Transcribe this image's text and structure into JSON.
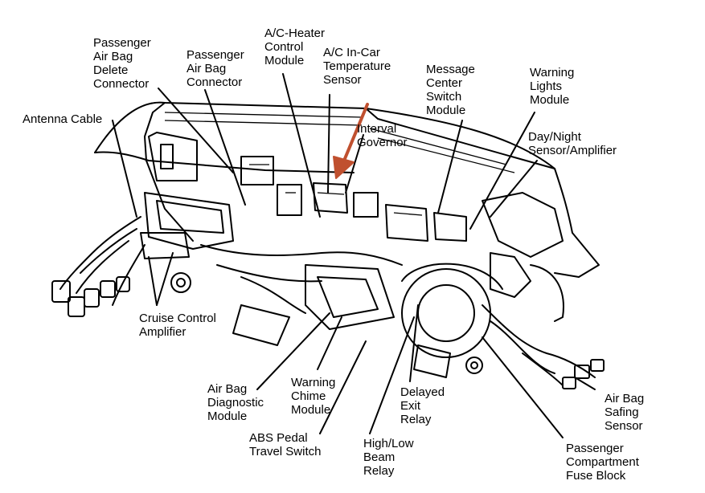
{
  "labels": {
    "passenger_air_bag_delete_connector": [
      "Passenger",
      "Air Bag",
      "Delete",
      "Connector"
    ],
    "passenger_air_bag_connector": [
      "Passenger",
      "Air Bag",
      "Connector"
    ],
    "ac_heater_control_module": [
      "A/C-Heater",
      "Control",
      "Module"
    ],
    "ac_in_car_temperature_sensor": [
      "A/C In-Car",
      "Temperature",
      "Sensor"
    ],
    "message_center_switch_module": [
      "Message",
      "Center",
      "Switch",
      "Module"
    ],
    "warning_lights_module": [
      "Warning",
      "Lights",
      "Module"
    ],
    "antenna_cable": [
      "Antenna Cable"
    ],
    "interval_governor": [
      "Interval",
      "Governor"
    ],
    "day_night_sensor_amplifier": [
      "Day/Night",
      "Sensor/Amplifier"
    ],
    "cruise_control_amplifier": [
      "Cruise Control",
      "Amplifier"
    ],
    "air_bag_diagnostic_module": [
      "Air Bag",
      "Diagnostic",
      "Module"
    ],
    "warning_chime_module": [
      "Warning",
      "Chime",
      "Module"
    ],
    "delayed_exit_relay": [
      "Delayed",
      "Exit",
      "Relay"
    ],
    "abs_pedal_travel_switch": [
      "ABS Pedal",
      "Travel Switch"
    ],
    "high_low_beam_relay": [
      "High/Low",
      "Beam",
      "Relay"
    ],
    "air_bag_safing_sensor": [
      "Air Bag",
      "Safing",
      "Sensor"
    ],
    "passenger_compartment_fuse_block": [
      "Passenger",
      "Compartment",
      "Fuse Block"
    ]
  },
  "colors": {
    "ink": "#000000",
    "background": "#ffffff",
    "arrow": "#c0502f"
  }
}
